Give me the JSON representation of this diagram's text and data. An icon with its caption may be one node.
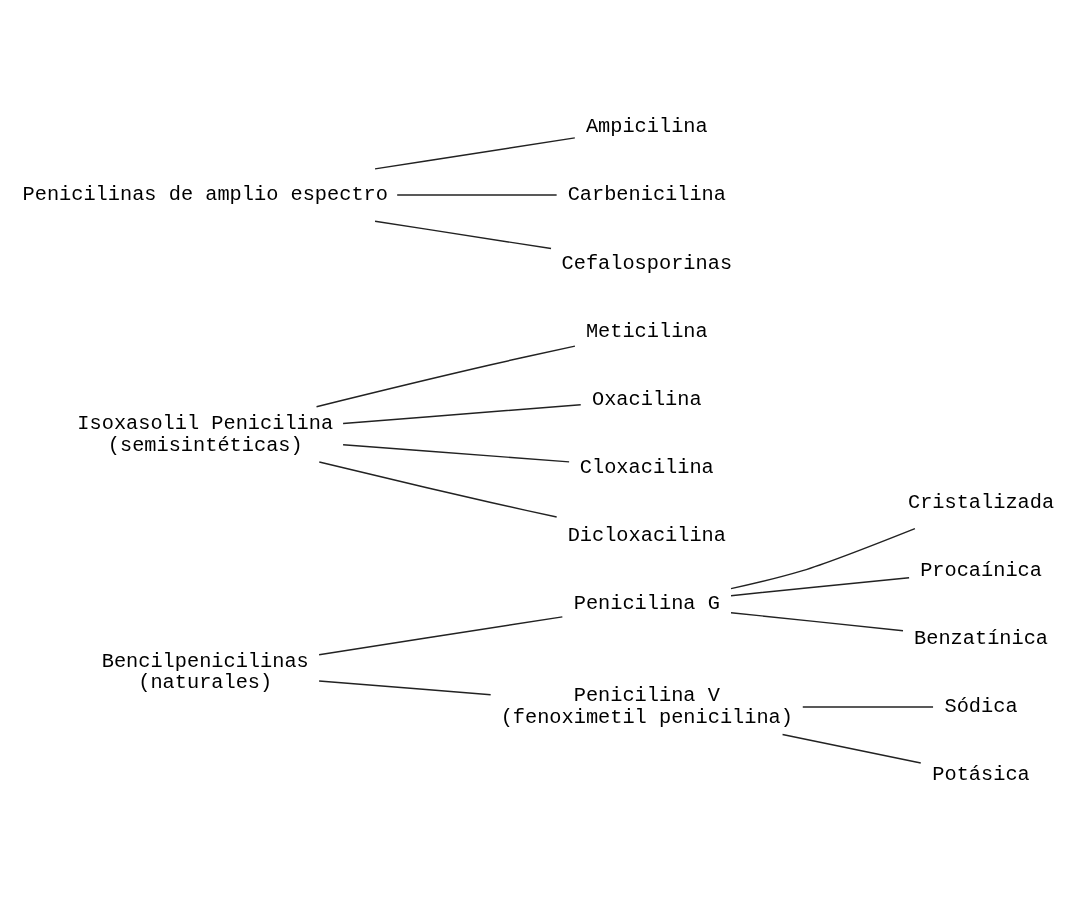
{
  "diagram": {
    "nodes": [
      {
        "text": [
          "Bencilpenicilinas",
          "(naturales)"
        ]
      },
      {
        "text": [
          "Penicilina G"
        ]
      },
      {
        "text": [
          "Penicilina V",
          "(fenoximetil penicilina)"
        ]
      },
      {
        "text": [
          "Cristalizada"
        ]
      },
      {
        "text": [
          "Procaínica"
        ]
      },
      {
        "text": [
          "Benzatínica"
        ]
      },
      {
        "text": [
          "Sódica"
        ]
      },
      {
        "text": [
          "Potásica"
        ]
      },
      {
        "text": [
          "Isoxasolil Penicilina",
          "(semisintéticas)"
        ]
      },
      {
        "text": [
          "Meticilina"
        ]
      },
      {
        "text": [
          "Oxacilina"
        ]
      },
      {
        "text": [
          "Cloxacilina"
        ]
      },
      {
        "text": [
          "Dicloxacilina"
        ]
      },
      {
        "text": [
          "Penicilinas de amplio espectro"
        ]
      },
      {
        "text": [
          "Ampicilina"
        ]
      },
      {
        "text": [
          "Carbenicilina"
        ]
      },
      {
        "text": [
          "Cefalosporinas"
        ]
      }
    ],
    "edges": [
      {
        "from": 0,
        "to": 1,
        "arrow": "none"
      },
      {
        "from": 0,
        "to": 2,
        "arrow": "none"
      },
      {
        "from": 1,
        "to": 3,
        "arrow": "none"
      },
      {
        "from": 1,
        "to": 4,
        "arrow": "none"
      },
      {
        "from": 1,
        "to": 5,
        "arrow": "none"
      },
      {
        "from": 2,
        "to": 6,
        "arrow": "none"
      },
      {
        "from": 2,
        "to": 7,
        "arrow": "none"
      },
      {
        "from": 8,
        "to": 9,
        "arrow": "none"
      },
      {
        "from": 8,
        "to": 10,
        "arrow": "none"
      },
      {
        "from": 8,
        "to": 11,
        "arrow": "none"
      },
      {
        "from": 8,
        "to": 12,
        "arrow": "none"
      },
      {
        "from": 13,
        "to": 14,
        "arrow": "none"
      },
      {
        "from": 13,
        "to": 15,
        "arrow": "none"
      },
      {
        "from": 13,
        "to": 16,
        "arrow": "none"
      }
    ]
  }
}
